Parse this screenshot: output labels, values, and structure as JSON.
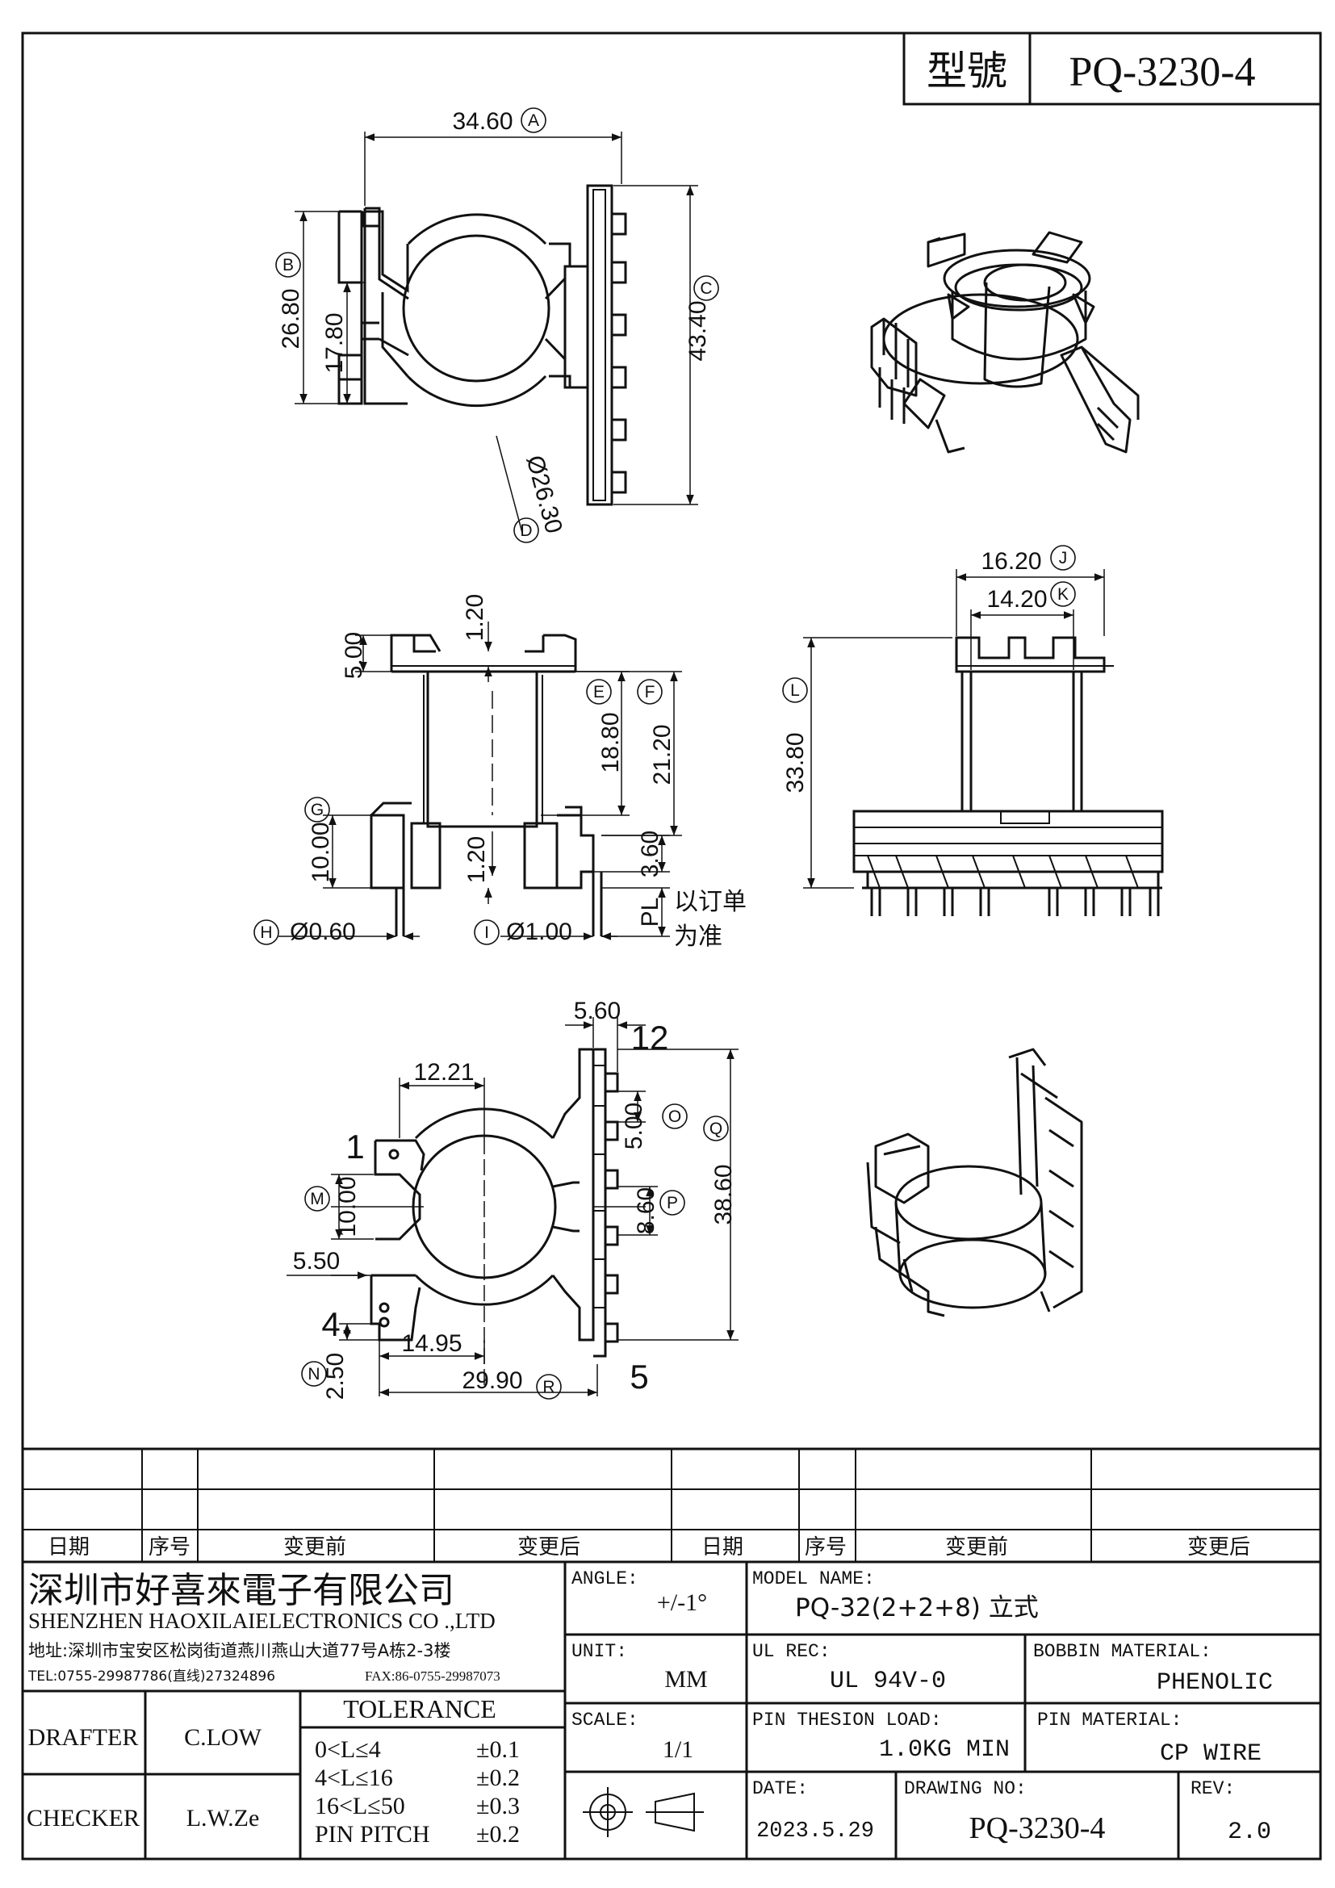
{
  "model_box": {
    "label": "型號",
    "value": "PQ-3230-4"
  },
  "dims": {
    "d_34_60": "34.60",
    "d_26_80": "26.80",
    "d_17_80": "17.80",
    "d_43_40": "43.40",
    "d_26_30": "Ø26.30",
    "d_16_20": "16.20",
    "d_14_20": "14.20",
    "d_33_80": "33.80",
    "d_5_00a": "5.00",
    "d_1_20a": "1.20",
    "d_18_80": "18.80",
    "d_21_20": "21.20",
    "d_10_00a": "10.00",
    "d_1_20b": "1.20",
    "d_3_60": "3.60",
    "d_0_60": "Ø0.60",
    "d_1_00": "Ø1.00",
    "pl": "PL",
    "note1": "以订单",
    "note2": "为准",
    "d_5_60": "5.60",
    "d_12_21": "12.21",
    "d_5_00b": "5.00",
    "d_10_00b": "10.00",
    "d_8_60": "8.60",
    "d_38_60": "38.60",
    "d_5_50": "5.50",
    "d_14_95": "14.95",
    "d_29_90": "29.90",
    "d_2_50": "2.50",
    "pin1": "1",
    "pin4": "4",
    "pin5": "5",
    "pin12": "12"
  },
  "circles": {
    "A": "A",
    "B": "B",
    "C": "C",
    "D": "D",
    "E": "E",
    "F": "F",
    "G": "G",
    "H": "H",
    "I": "I",
    "J": "J",
    "K": "K",
    "L": "L",
    "M": "M",
    "N": "N",
    "O": "O",
    "P": "P",
    "Q": "Q",
    "R": "R"
  },
  "revision_table": {
    "headers": [
      "日期",
      "序号",
      "变更前",
      "变更后",
      "日期",
      "序号",
      "变更前",
      "变更后"
    ]
  },
  "company": {
    "name_cn": "深圳市好喜來電子有限公司",
    "name_en": "SHENZHEN HAOXILAIELECTRONICS CO .,LTD",
    "address": "地址:深圳市宝安区松岗街道燕川燕山大道77号A栋2-3楼",
    "tel": "TEL:0755-29987786(直线)27324896",
    "fax": "FAX:86-0755-29987073"
  },
  "title_block": {
    "angle_label": "ANGLE:",
    "angle_value": "+/-1°",
    "model_label": "MODEL NAME:",
    "model_value": "PQ-32(2+2+8) 立式",
    "unit_label": "UNIT:",
    "unit_value": "MM",
    "ul_label": "UL REC:",
    "ul_value": "UL 94V-0",
    "bobbin_label": "BOBBIN MATERIAL:",
    "bobbin_value": "PHENOLIC",
    "drafter_label": "DRAFTER",
    "drafter_value": "C.LOW",
    "checker_label": "CHECKER",
    "checker_value": "L.W.Ze",
    "tolerance_title": "TOLERANCE",
    "tolerance": [
      {
        "range": "0<L≤4",
        "value": "±0.1"
      },
      {
        "range": "4<L≤16",
        "value": "±0.2"
      },
      {
        "range": "16<L≤50",
        "value": "±0.3"
      },
      {
        "range": "PIN PITCH",
        "value": "±0.2"
      }
    ],
    "scale_label": "SCALE:",
    "scale_value": "1/1",
    "pin_load_label": "PIN THESION LOAD:",
    "pin_load_value": "1.0KG MIN",
    "pin_material_label": "PIN MATERIAL:",
    "pin_material_value": "CP  WIRE",
    "date_label": "DATE:",
    "date_value": "2023.5.29",
    "drawing_no_label": "DRAWING NO:",
    "drawing_no_value": "PQ-3230-4",
    "rev_label": "REV:",
    "rev_value": "2.0"
  }
}
